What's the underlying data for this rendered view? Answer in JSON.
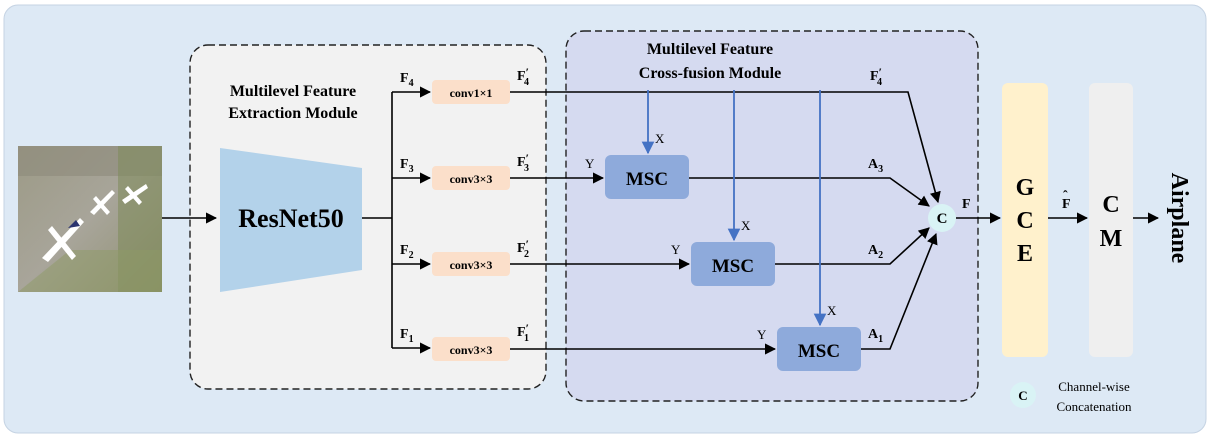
{
  "extraction_module": {
    "title_line1": "Multilevel Feature",
    "title_line2": "Extraction Module"
  },
  "fusion_module": {
    "title_line1": "Multilevel Feature",
    "title_line2": "Cross-fusion Module"
  },
  "backbone": {
    "label": "ResNet50"
  },
  "features": {
    "f4": {
      "base": "F",
      "sub": "4"
    },
    "f3": {
      "base": "F",
      "sub": "3"
    },
    "f2": {
      "base": "F",
      "sub": "2"
    },
    "f1": {
      "base": "F",
      "sub": "1"
    }
  },
  "convs": {
    "c4": "conv1×1",
    "c3": "conv3×3",
    "c2": "conv3×3",
    "c1": "conv3×3"
  },
  "projected": {
    "p4": {
      "base": "F",
      "sub": "4",
      "prime": "′"
    },
    "p3": {
      "base": "F",
      "sub": "3",
      "prime": "′"
    },
    "p2": {
      "base": "F",
      "sub": "2",
      "prime": "′"
    },
    "p1": {
      "base": "F",
      "sub": "1",
      "prime": "′"
    }
  },
  "msc": {
    "label": "MSC",
    "x_label": "X",
    "y_label": "Y"
  },
  "attention": {
    "a3": {
      "base": "A",
      "sub": "3"
    },
    "a2": {
      "base": "A",
      "sub": "2"
    },
    "a1": {
      "base": "A",
      "sub": "1"
    }
  },
  "concat": {
    "symbol": "C",
    "output": "F",
    "legend_line1": "Channel-wise",
    "legend_line2": "Concatenation"
  },
  "gce": {
    "l1": "G",
    "l2": "C",
    "l3": "E"
  },
  "gce_output": {
    "base": "F",
    "hat": "ˆ"
  },
  "cm": {
    "l1": "C",
    "l2": "M"
  },
  "output": {
    "label": "Airplane"
  },
  "colors": {
    "background": "#dde9f5",
    "fusion_panel": "#d5daf0",
    "extraction_panel": "#f2f2f2",
    "resnet": "#b3d2ea",
    "conv": "#fbdfca",
    "msc": "#8eaadb",
    "gce": "#fff1cc",
    "cm": "#efefef",
    "concat": "#d9f3f5",
    "arrow_blue": "#4472c4"
  }
}
